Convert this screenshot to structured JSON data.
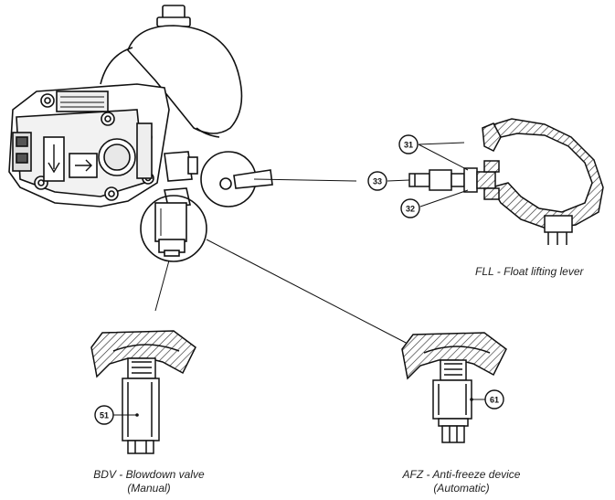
{
  "captions": {
    "fll": "FLL - Float lifting lever",
    "bdv_line1": "BDV - Blowdown valve",
    "bdv_line2": "(Manual)",
    "afz_line1": "AFZ - Anti-freeze device",
    "afz_line2": "(Automatic)"
  },
  "callouts": [
    "31",
    "33",
    "32",
    "51",
    "61"
  ]
}
